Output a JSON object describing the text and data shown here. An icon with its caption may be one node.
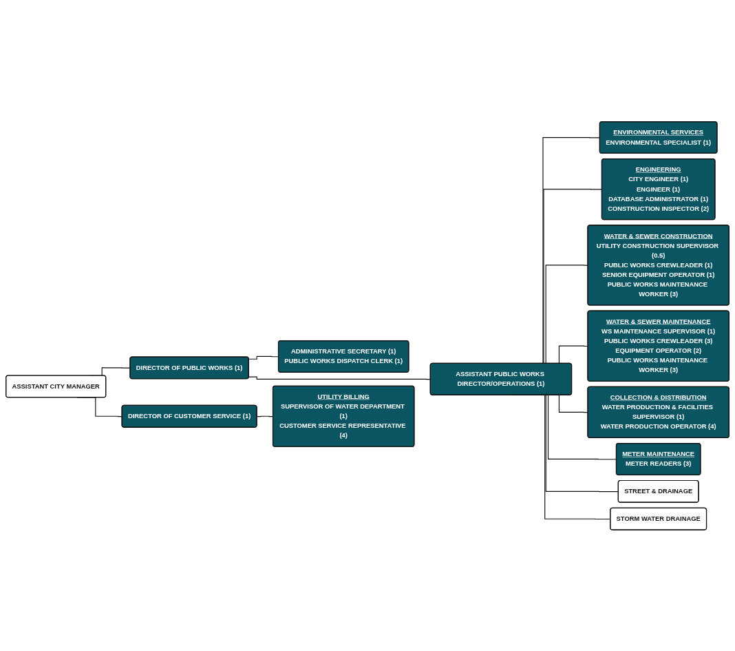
{
  "diagram": {
    "nodes": [
      {
        "text": [
          "ASSISTANT CITY MANAGER"
        ]
      },
      {
        "text": [
          "DIRECTOR OF PUBLIC WORKS (1)"
        ]
      },
      {
        "text": [
          "DIRECTOR OF CUSTOMER SERVICE (1)"
        ]
      },
      {
        "text": [
          "ADMINISTRATIVE SECRETARY (1)",
          "PUBLIC WORKS DISPATCH CLERK (1)"
        ]
      },
      {
        "text": [
          "ASSISTANT PUBLIC WORKS DIRECTOR/OPERATIONS (1)"
        ]
      },
      {
        "text": [
          "UTILITY BILLING",
          "SUPERVISOR OF WATER DEPARTMENT (1)",
          "CUSTOMER SERVICE REPRESENTATIVE (4)"
        ]
      },
      {
        "text": [
          "ENVIRONMENTAL SERVICES",
          "ENVIRONMENTAL SPECIALIST (1)"
        ]
      },
      {
        "text": [
          "ENGINEERING",
          "CITY ENGINEER (1)",
          "ENGINEER (1)",
          "DATABASE ADMINISTRATOR (1)",
          "CONSTRUCTION INSPECTOR (2)"
        ]
      },
      {
        "text": [
          "WATER & SEWER CONSTRUCTION",
          "UTILITY CONSTRUCTION SUPERVISOR (0.5)",
          "PUBLIC WORKS CREWLEADER (1)",
          "SENIOR EQUIPMENT OPERATOR (1)",
          "PUBLIC WORKS MAINTENANCE WORKER (3)"
        ]
      },
      {
        "text": [
          "WATER & SEWER MAINTENANCE",
          "WS MAINTENANCE SUPERVISOR (1)",
          "PUBLIC WORKS CREWLEADER (3)",
          "EQUIPMENT OPERATOR (2)",
          "PUBLIC WORKS MAINTENANCE WORKER (3)"
        ]
      },
      {
        "text": [
          "COLLECTION & DISTRIBUTION",
          "WATER PRODUCTION & FACILITIES SUPERVISOR (1)",
          "WATER PRODUCTION OPERATOR (4)"
        ]
      },
      {
        "text": [
          "METER MAINTENANCE",
          "METER READERS (3)"
        ]
      },
      {
        "text": [
          "STREET & DRAINAGE"
        ]
      },
      {
        "text": [
          "STORM WATER DRAINAGE"
        ]
      }
    ],
    "edges": [
      {
        "from": 0,
        "to": 1,
        "arrow": "none"
      },
      {
        "from": 0,
        "to": 2,
        "arrow": "none"
      },
      {
        "from": 1,
        "to": 3,
        "arrow": "none"
      },
      {
        "from": 1,
        "to": 4,
        "arrow": "none"
      },
      {
        "from": 2,
        "to": 5,
        "arrow": "none"
      },
      {
        "from": 4,
        "to": 6,
        "arrow": "none"
      },
      {
        "from": 4,
        "to": 7,
        "arrow": "none"
      },
      {
        "from": 4,
        "to": 8,
        "arrow": "none"
      },
      {
        "from": 4,
        "to": 9,
        "arrow": "none"
      },
      {
        "from": 4,
        "to": 10,
        "arrow": "none"
      },
      {
        "from": 4,
        "to": 11,
        "arrow": "none"
      },
      {
        "from": 4,
        "to": 12,
        "arrow": "none"
      },
      {
        "from": 4,
        "to": 13,
        "arrow": "none"
      }
    ]
  }
}
